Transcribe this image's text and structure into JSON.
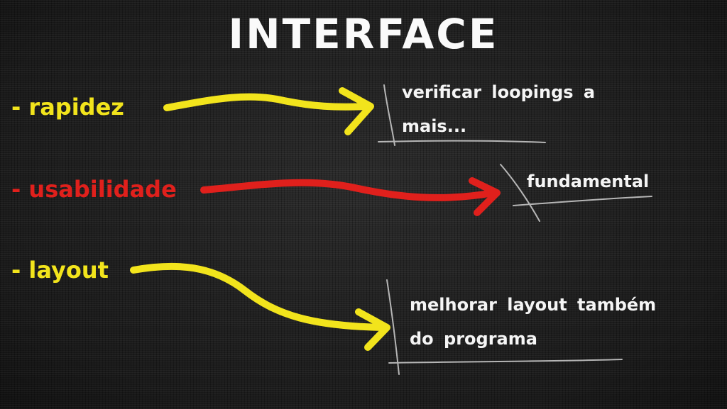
{
  "title": "INTERFACE",
  "colors": {
    "background": "#1e1e1e",
    "yellow": "#f2e41c",
    "red": "#e0201c",
    "chalk": "#d8d8d8",
    "white": "#f5f5f5"
  },
  "items": [
    {
      "label": "- rapidez",
      "note": "verificar loopings a mais...",
      "color": "#f2e41c"
    },
    {
      "label": "- usabilidade",
      "note": "fundamental",
      "color": "#e0201c"
    },
    {
      "label": "- layout",
      "note": "melhorar layout também do programa",
      "color": "#f2e41c"
    }
  ]
}
